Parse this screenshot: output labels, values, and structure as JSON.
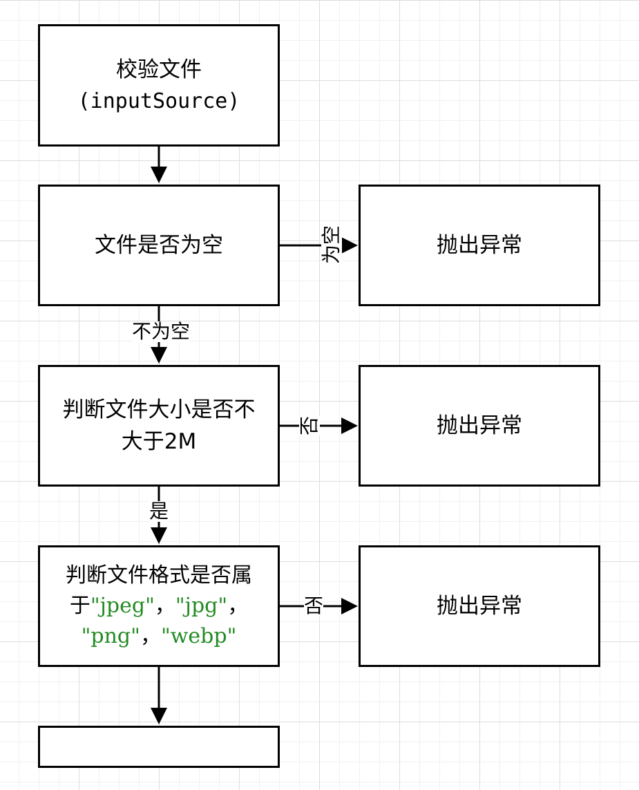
{
  "nodes": {
    "validate": {
      "line1": "校验文件",
      "line2": "(inputSource)"
    },
    "empty_check": {
      "text": "文件是否为空"
    },
    "size_check": {
      "line1": "判断文件大小是否不",
      "line2": "大于2M"
    },
    "format_check": {
      "line1": "判断文件格式是否属",
      "prefix": "于",
      "formats": [
        "\"jpeg\"",
        "\"jpg\"",
        "\"png\"",
        "\"webp\""
      ],
      "separator": "，"
    },
    "throw1": {
      "text": "抛出异常"
    },
    "throw2": {
      "text": "抛出异常"
    },
    "throw3": {
      "text": "抛出异常"
    },
    "final": {
      "text": ""
    }
  },
  "edges": {
    "empty_yes": "为空",
    "empty_no": "不为空",
    "size_no": "否",
    "size_yes": "是",
    "format_no": "否"
  },
  "colors": {
    "line": "#000000",
    "format_literal": "#228B22"
  }
}
